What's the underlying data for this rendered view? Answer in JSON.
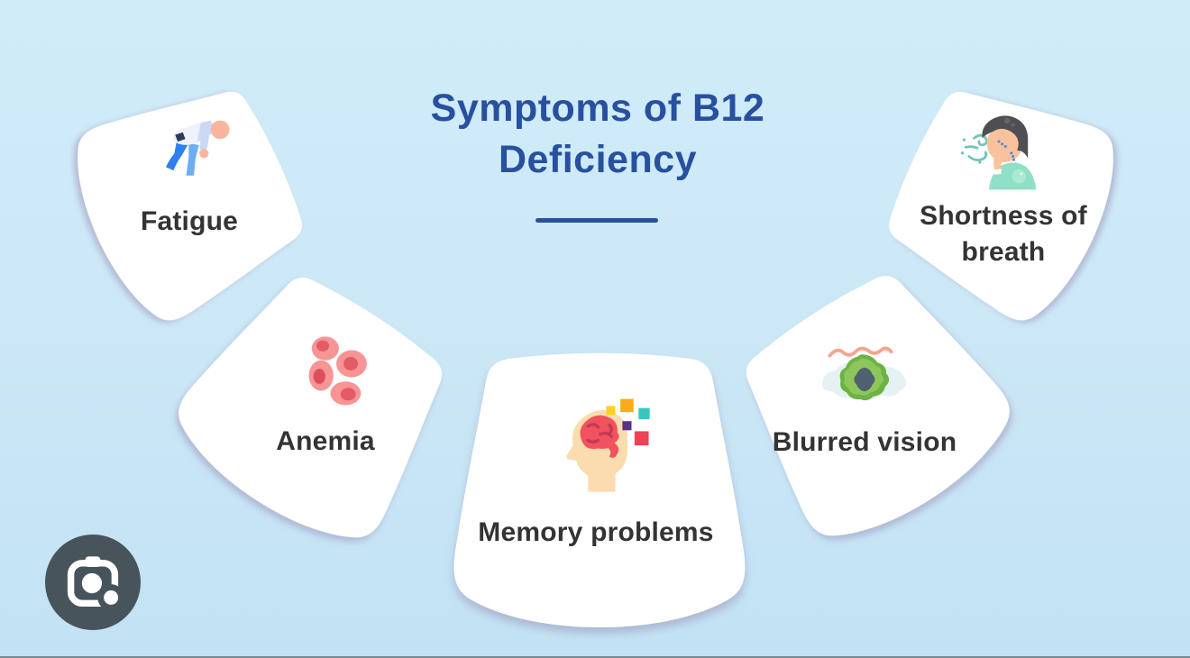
{
  "title": {
    "line1": "Symptoms of B12",
    "line2": "Deficiency"
  },
  "cards": [
    {
      "id": "fatigue",
      "label": "Fatigue",
      "icon": "tired-person-icon"
    },
    {
      "id": "anemia",
      "label": "Anemia",
      "icon": "red-blood-cells-icon"
    },
    {
      "id": "memory-problems",
      "label": "Memory problems",
      "icon": "head-brain-pixels-icon"
    },
    {
      "id": "blurred-vision",
      "label": "Blurred vision",
      "icon": "blurry-eye-icon"
    },
    {
      "id": "shortness-of-breath",
      "label": "Shortness of breath",
      "icon": "person-short-of-breath-icon"
    }
  ],
  "overlay": {
    "lens_button_icon": "google-lens-icon"
  },
  "colors": {
    "background": "#cbe7f6",
    "card": "#ffffff",
    "title_blue": "#27509f",
    "label_dark": "#333333",
    "card_shadow": "#9a93b8",
    "lens_background": "#48545b"
  }
}
